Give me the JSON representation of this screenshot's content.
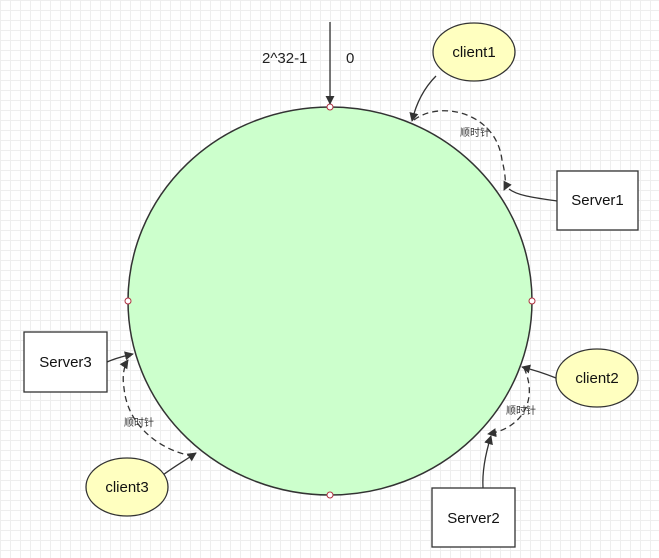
{
  "ring": {
    "max_label": "2^32-1",
    "zero_label": "0",
    "fill_color": "#ccffcc"
  },
  "servers": [
    {
      "label": "Server1"
    },
    {
      "label": "Server2"
    },
    {
      "label": "Server3"
    }
  ],
  "clients": [
    {
      "label": "client1"
    },
    {
      "label": "client2"
    },
    {
      "label": "client3"
    }
  ],
  "clockwise_label": "顺时针",
  "colors": {
    "client_fill": "#ffffc0",
    "server_fill": "#ffffff",
    "stroke": "#333333",
    "grid": "#eeeeee"
  }
}
